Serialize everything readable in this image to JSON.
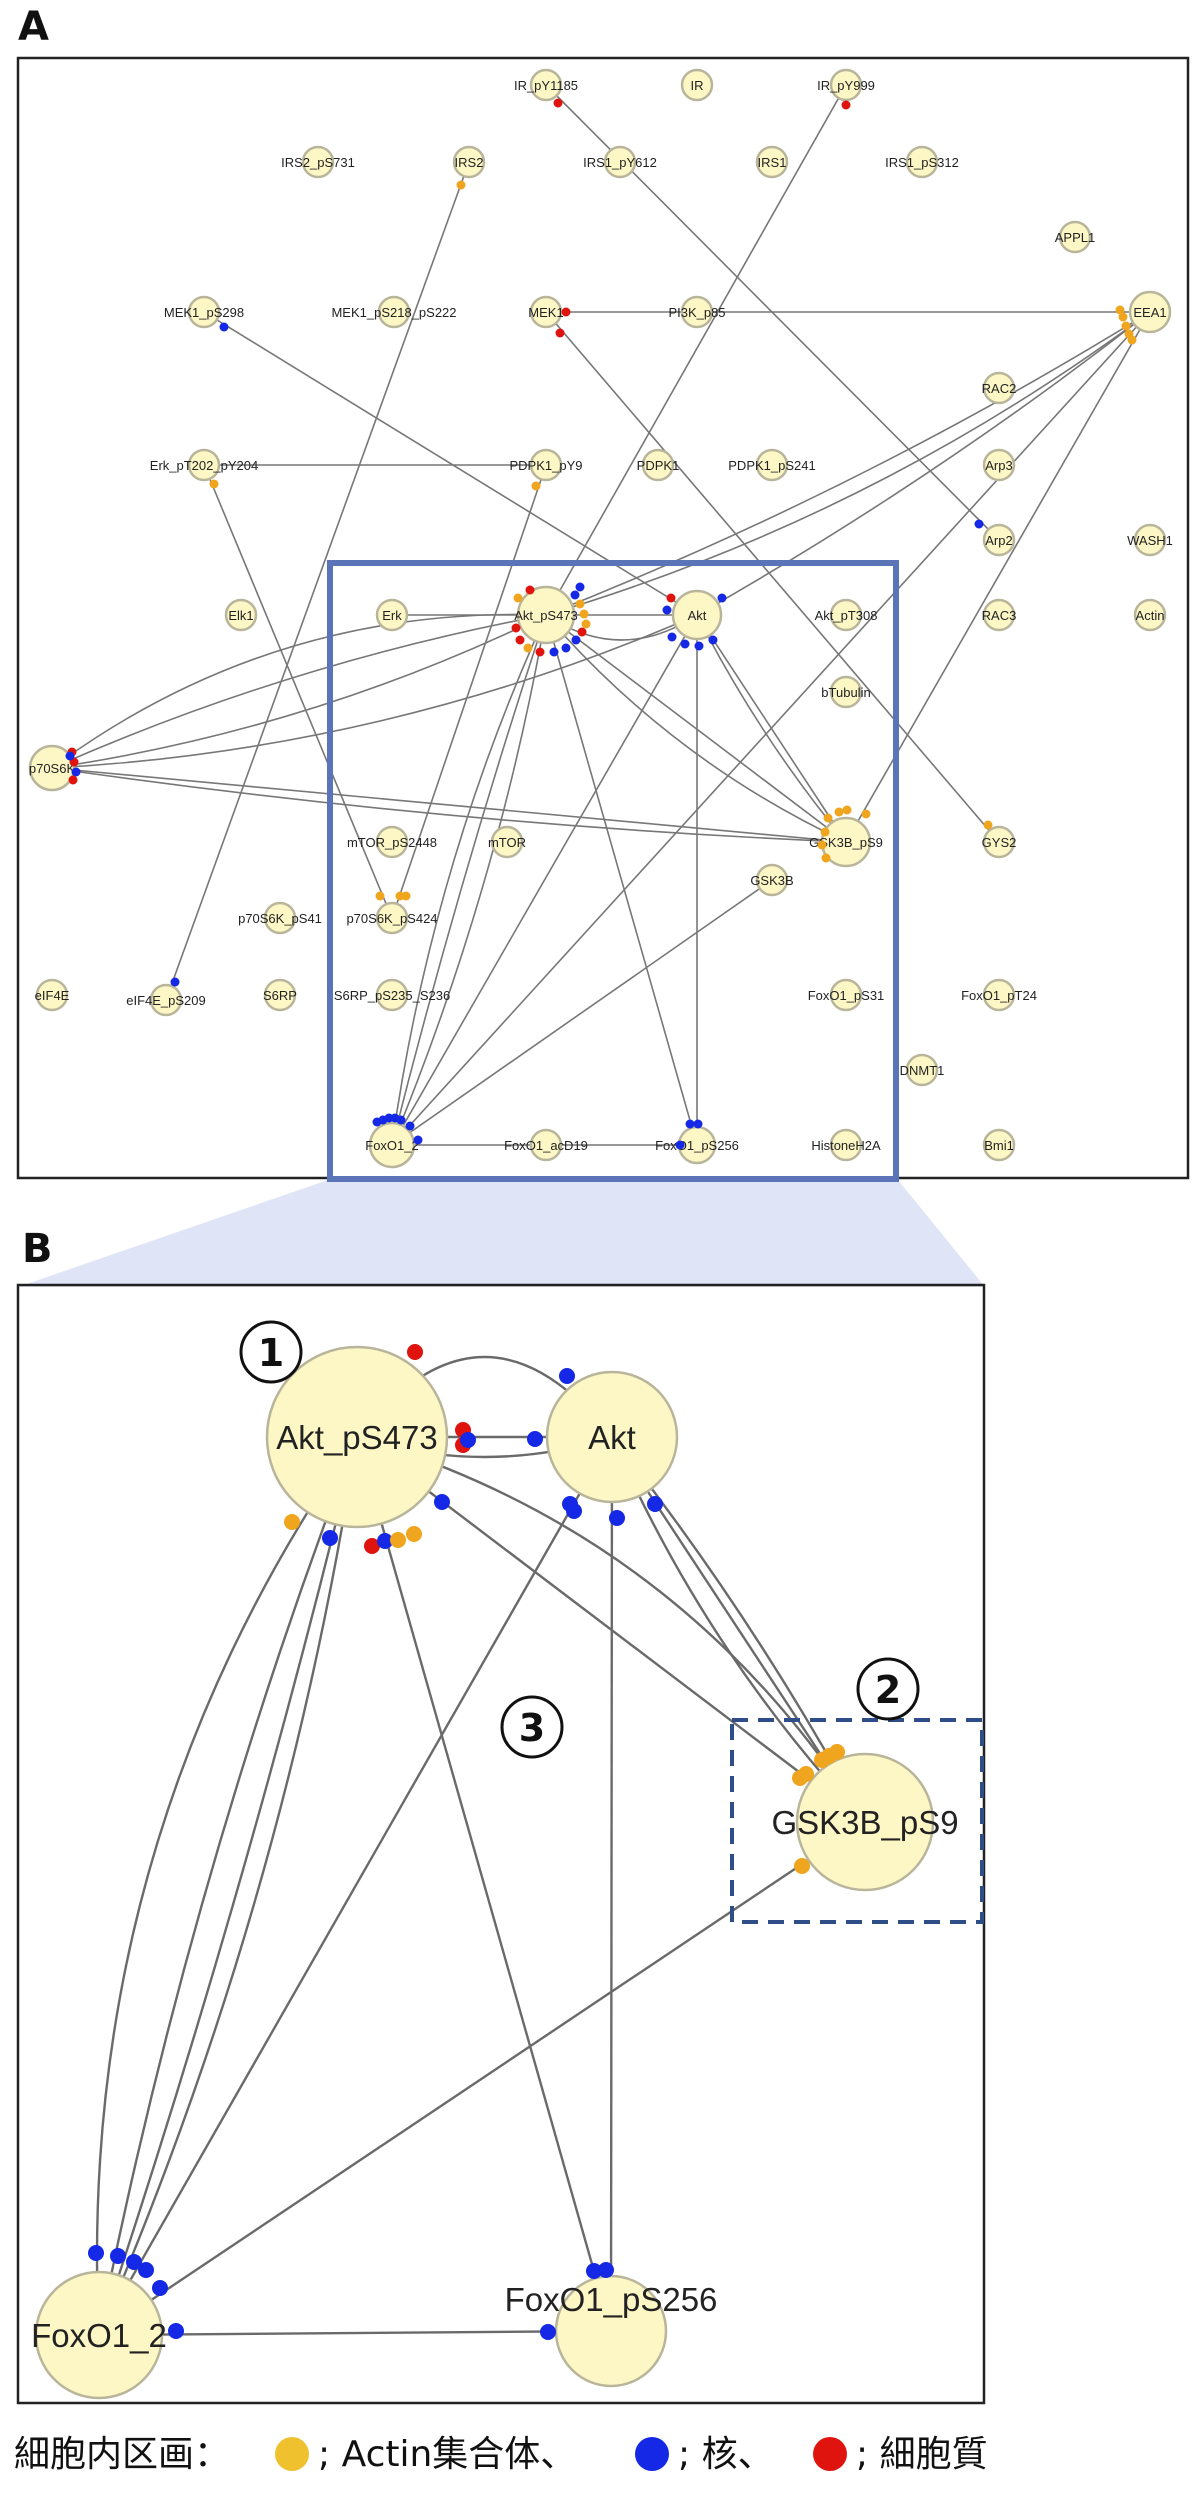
{
  "panels": {
    "a_label": "A",
    "b_label": "B"
  },
  "colors": {
    "actin": "#f0a51e",
    "nucleus": "#1428e6",
    "cytoplasm": "#e0140f",
    "node_fill": "#fdf7c6",
    "zoom": "#5b74b8"
  },
  "panel_a": {
    "nodes": [
      {
        "id": "IR_pY1185",
        "label": "IR_pY1185"
      },
      {
        "id": "IR",
        "label": "IR"
      },
      {
        "id": "IR_pY999",
        "label": "IR_pY999"
      },
      {
        "id": "IRS2_pS731",
        "label": "IRS2_pS731"
      },
      {
        "id": "IRS2",
        "label": "IRS2"
      },
      {
        "id": "IRS1_pY612",
        "label": "IRS1_pY612"
      },
      {
        "id": "IRS1",
        "label": "IRS1"
      },
      {
        "id": "IRS1_pS312",
        "label": "IRS1_pS312"
      },
      {
        "id": "APPL1",
        "label": "APPL1"
      },
      {
        "id": "MEK1_pS298",
        "label": "MEK1_pS298"
      },
      {
        "id": "MEK1_pS218_pS222",
        "label": "MEK1_pS218_pS222"
      },
      {
        "id": "MEK1",
        "label": "MEK1"
      },
      {
        "id": "PI3K_p85",
        "label": "PI3K_p85"
      },
      {
        "id": "EEA1",
        "label": "EEA1"
      },
      {
        "id": "RAC2",
        "label": "RAC2"
      },
      {
        "id": "Erk_pT202_pY204",
        "label": "Erk_pT202_pY204"
      },
      {
        "id": "PDPK1_pY9",
        "label": "PDPK1_pY9"
      },
      {
        "id": "PDPK1",
        "label": "PDPK1"
      },
      {
        "id": "PDPK1_pS241",
        "label": "PDPK1_pS241"
      },
      {
        "id": "Arp3",
        "label": "Arp3"
      },
      {
        "id": "Arp2",
        "label": "Arp2"
      },
      {
        "id": "WASH1",
        "label": "WASH1"
      },
      {
        "id": "Elk1",
        "label": "Elk1"
      },
      {
        "id": "Erk",
        "label": "Erk"
      },
      {
        "id": "Akt_pS473",
        "label": "Akt_pS473"
      },
      {
        "id": "Akt",
        "label": "Akt"
      },
      {
        "id": "Akt_pT308",
        "label": "Akt_pT308"
      },
      {
        "id": "RAC3",
        "label": "RAC3"
      },
      {
        "id": "Actin",
        "label": "Actin"
      },
      {
        "id": "bTubulin",
        "label": "bTubulin"
      },
      {
        "id": "p70S6K",
        "label": "p70S6K"
      },
      {
        "id": "mTOR_pS2448",
        "label": "mTOR_pS2448"
      },
      {
        "id": "mTOR",
        "label": "mTOR"
      },
      {
        "id": "GSK3B_pS9",
        "label": "GSK3B_pS9"
      },
      {
        "id": "GYS2",
        "label": "GYS2"
      },
      {
        "id": "GSK3B",
        "label": "GSK3B"
      },
      {
        "id": "p70S6K_pS41",
        "label": "p70S6K_pS41"
      },
      {
        "id": "p70S6K_pS424",
        "label": "p70S6K_pS424"
      },
      {
        "id": "eIF4E",
        "label": "eIF4E"
      },
      {
        "id": "eIF4E_pS209",
        "label": "eIF4E_pS209"
      },
      {
        "id": "S6RP",
        "label": "S6RP"
      },
      {
        "id": "S6RP_pS235_S236",
        "label": "S6RP_pS235_S236"
      },
      {
        "id": "FoxO1_pS31",
        "label": "FoxO1_pS31"
      },
      {
        "id": "FoxO1_pT24",
        "label": "FoxO1_pT24"
      },
      {
        "id": "DNMT1",
        "label": "DNMT1"
      },
      {
        "id": "FoxO1_2",
        "label": "FoxO1_2"
      },
      {
        "id": "FoxO1_acD19",
        "label": "FoxO1_acD19"
      },
      {
        "id": "FoxO1_pS256",
        "label": "FoxO1_pS256"
      },
      {
        "id": "HistoneH2A",
        "label": "HistoneH2A"
      },
      {
        "id": "Bmi1",
        "label": "Bmi1"
      }
    ]
  },
  "panel_b": {
    "nodes": [
      {
        "id": "Akt_pS473",
        "label": "Akt_pS473"
      },
      {
        "id": "Akt",
        "label": "Akt"
      },
      {
        "id": "GSK3B_pS9",
        "label": "GSK3B_pS9"
      },
      {
        "id": "FoxO1_2",
        "label": "FoxO1_2"
      },
      {
        "id": "FoxO1_pS256",
        "label": "FoxO1_pS256"
      }
    ],
    "markers": [
      "1",
      "2",
      "3"
    ]
  },
  "legend": {
    "prefix": "細胞内区画：",
    "items": [
      {
        "key": "actin",
        "text": "; Actin集合体、"
      },
      {
        "key": "nucleus",
        "text": "; 核、"
      },
      {
        "key": "cytoplasm",
        "text": "; 細胞質"
      }
    ]
  }
}
